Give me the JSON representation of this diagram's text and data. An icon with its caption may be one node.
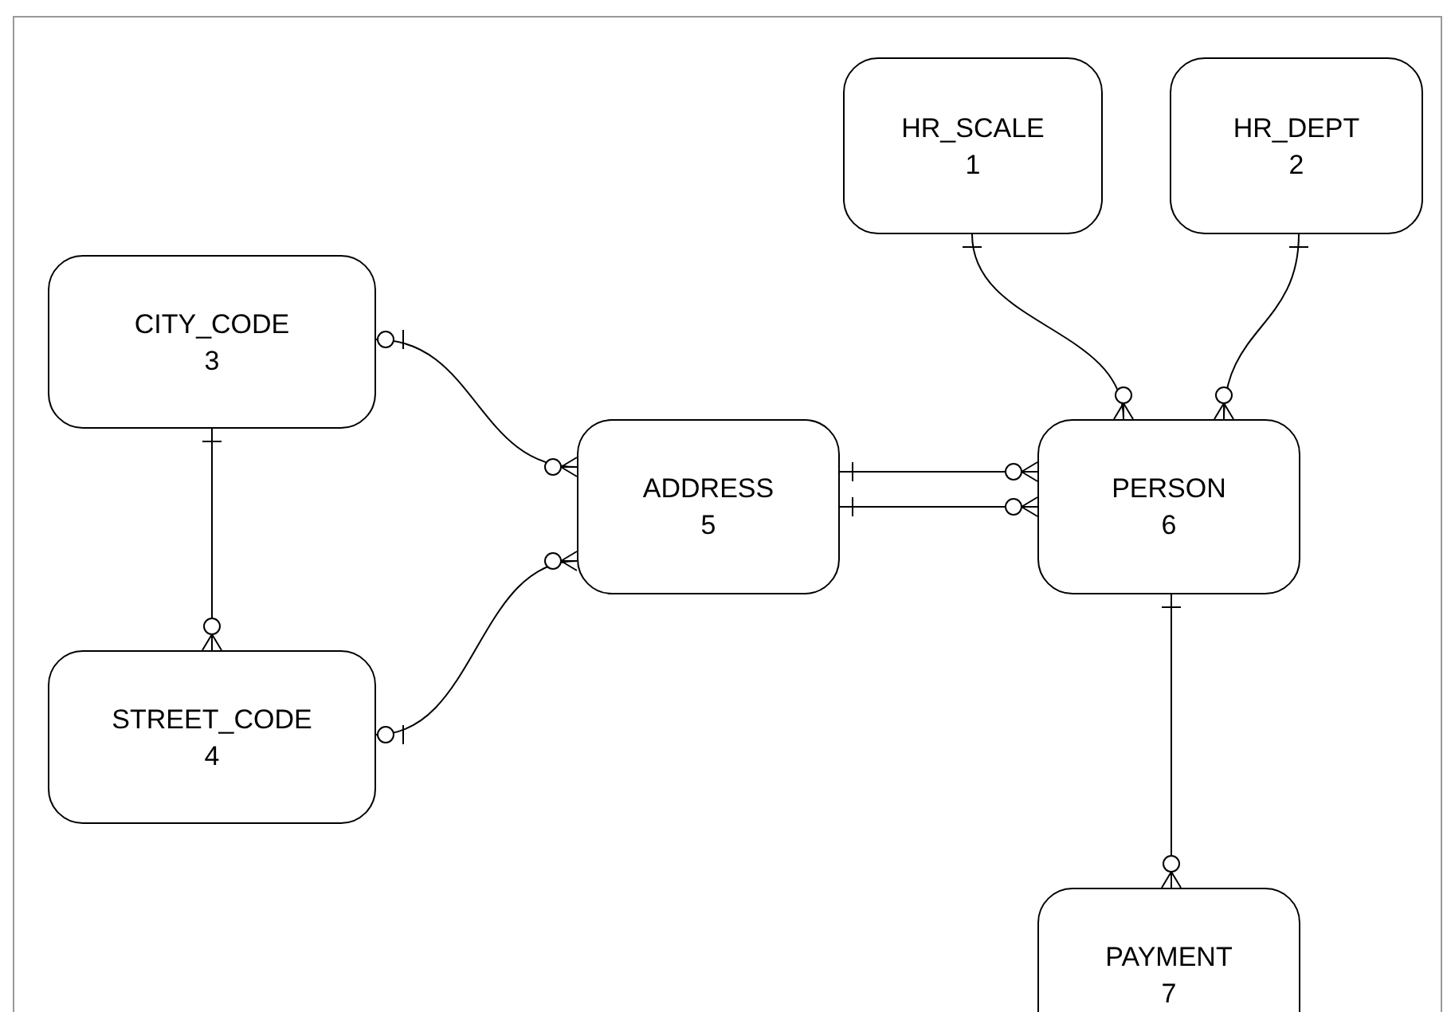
{
  "diagram": {
    "nodes": [
      {
        "text": [
          "HR_SCALE",
          "1"
        ]
      },
      {
        "text": [
          "HR_DEPT",
          "2"
        ]
      },
      {
        "text": [
          "CITY_CODE",
          "3"
        ]
      },
      {
        "text": [
          "ADDRESS",
          "5"
        ]
      },
      {
        "text": [
          "PERSON",
          "6"
        ]
      },
      {
        "text": [
          "STREET_CODE",
          "4"
        ]
      },
      {
        "text": [
          "PAYMENT",
          "7"
        ]
      }
    ],
    "edges": [
      {
        "from": 0,
        "to": 4,
        "arrow": "other"
      },
      {
        "from": 1,
        "to": 4,
        "arrow": "other"
      },
      {
        "from": 2,
        "to": 3,
        "arrow": "other"
      },
      {
        "from": 2,
        "to": 5,
        "arrow": "other"
      },
      {
        "from": 5,
        "to": 3,
        "arrow": "other"
      },
      {
        "from": 3,
        "to": 4,
        "arrow": "other"
      },
      {
        "from": 3,
        "to": 4,
        "arrow": "other"
      },
      {
        "from": 4,
        "to": 6,
        "arrow": "other"
      }
    ]
  }
}
